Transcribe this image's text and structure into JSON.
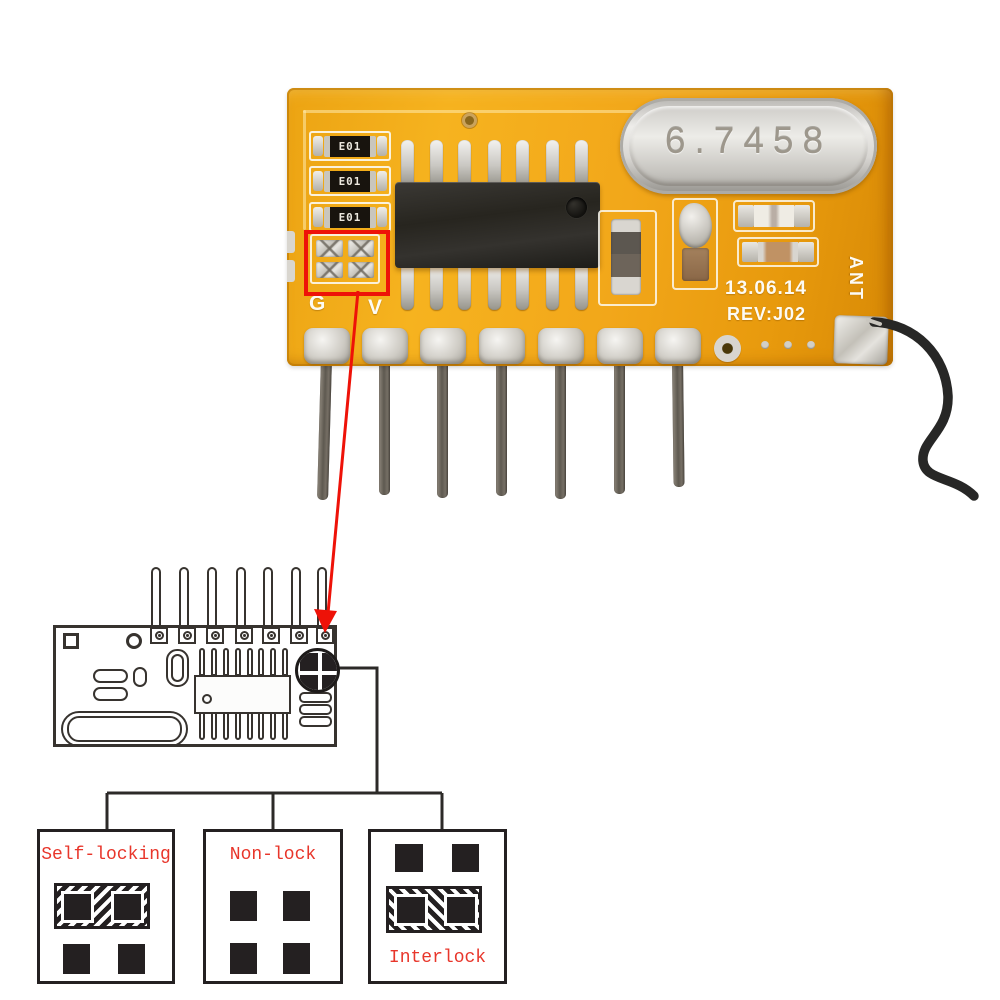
{
  "photo": {
    "crystal_marking": "6.7458",
    "date_code": "13.06.14",
    "revision": "REV:J02",
    "ant_label": "ANT",
    "pin_label_g": "G",
    "pin_label_v": "V",
    "resistor_markings": [
      "E01",
      "E01",
      "E01"
    ],
    "colors": {
      "pcb_yellow": "#f2a71a",
      "pcb_edge": "#c9810a",
      "silkscreen_white": "#fdfbf4",
      "highlight_red": "#ee1208",
      "ic_black": "#27251f",
      "metal_silver": "#d6d3cc",
      "pin_metal": "#6b6459",
      "antenna_black": "#272726"
    }
  },
  "diagram": {
    "line_color": "#37332f",
    "pin_count": 7,
    "jumper_pad_count": 4
  },
  "options": [
    {
      "label": "Self-locking",
      "pads": "top row bridged (hatched)"
    },
    {
      "label": "Non-lock",
      "pads": "no pads bridged"
    },
    {
      "label": "Interlock",
      "pads": "middle row bridged (hatched)"
    }
  ],
  "label_color": "#e8362b"
}
